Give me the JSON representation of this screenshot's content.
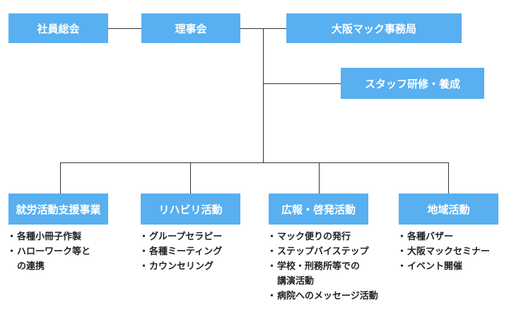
{
  "nodes": {
    "staff_assembly": "社員総会",
    "board": "理事会",
    "secretariat": "大阪マック事務局",
    "training": "スタッフ研修・養成",
    "employment": "就労活動支援事業",
    "rehab": "リハビリ活動",
    "pr": "広報・啓発活動",
    "community": "地域活動"
  },
  "lists": {
    "employment": [
      "各種小冊子作製",
      "ハローワーク等と\nの連携"
    ],
    "rehab": [
      "グループセラピー",
      "各種ミーティング",
      "カウンセリング"
    ],
    "pr": [
      "マック便りの発行",
      "ステップバイステップ",
      "学校・刑務所等での\n講演活動",
      "病院へのメッセージ活動"
    ],
    "community": [
      "各種バザー",
      "大阪マックセミナー",
      "イベント開催"
    ]
  },
  "colors": {
    "box": "#58b0f0",
    "box_text": "#ffffff",
    "line": "#333333"
  }
}
